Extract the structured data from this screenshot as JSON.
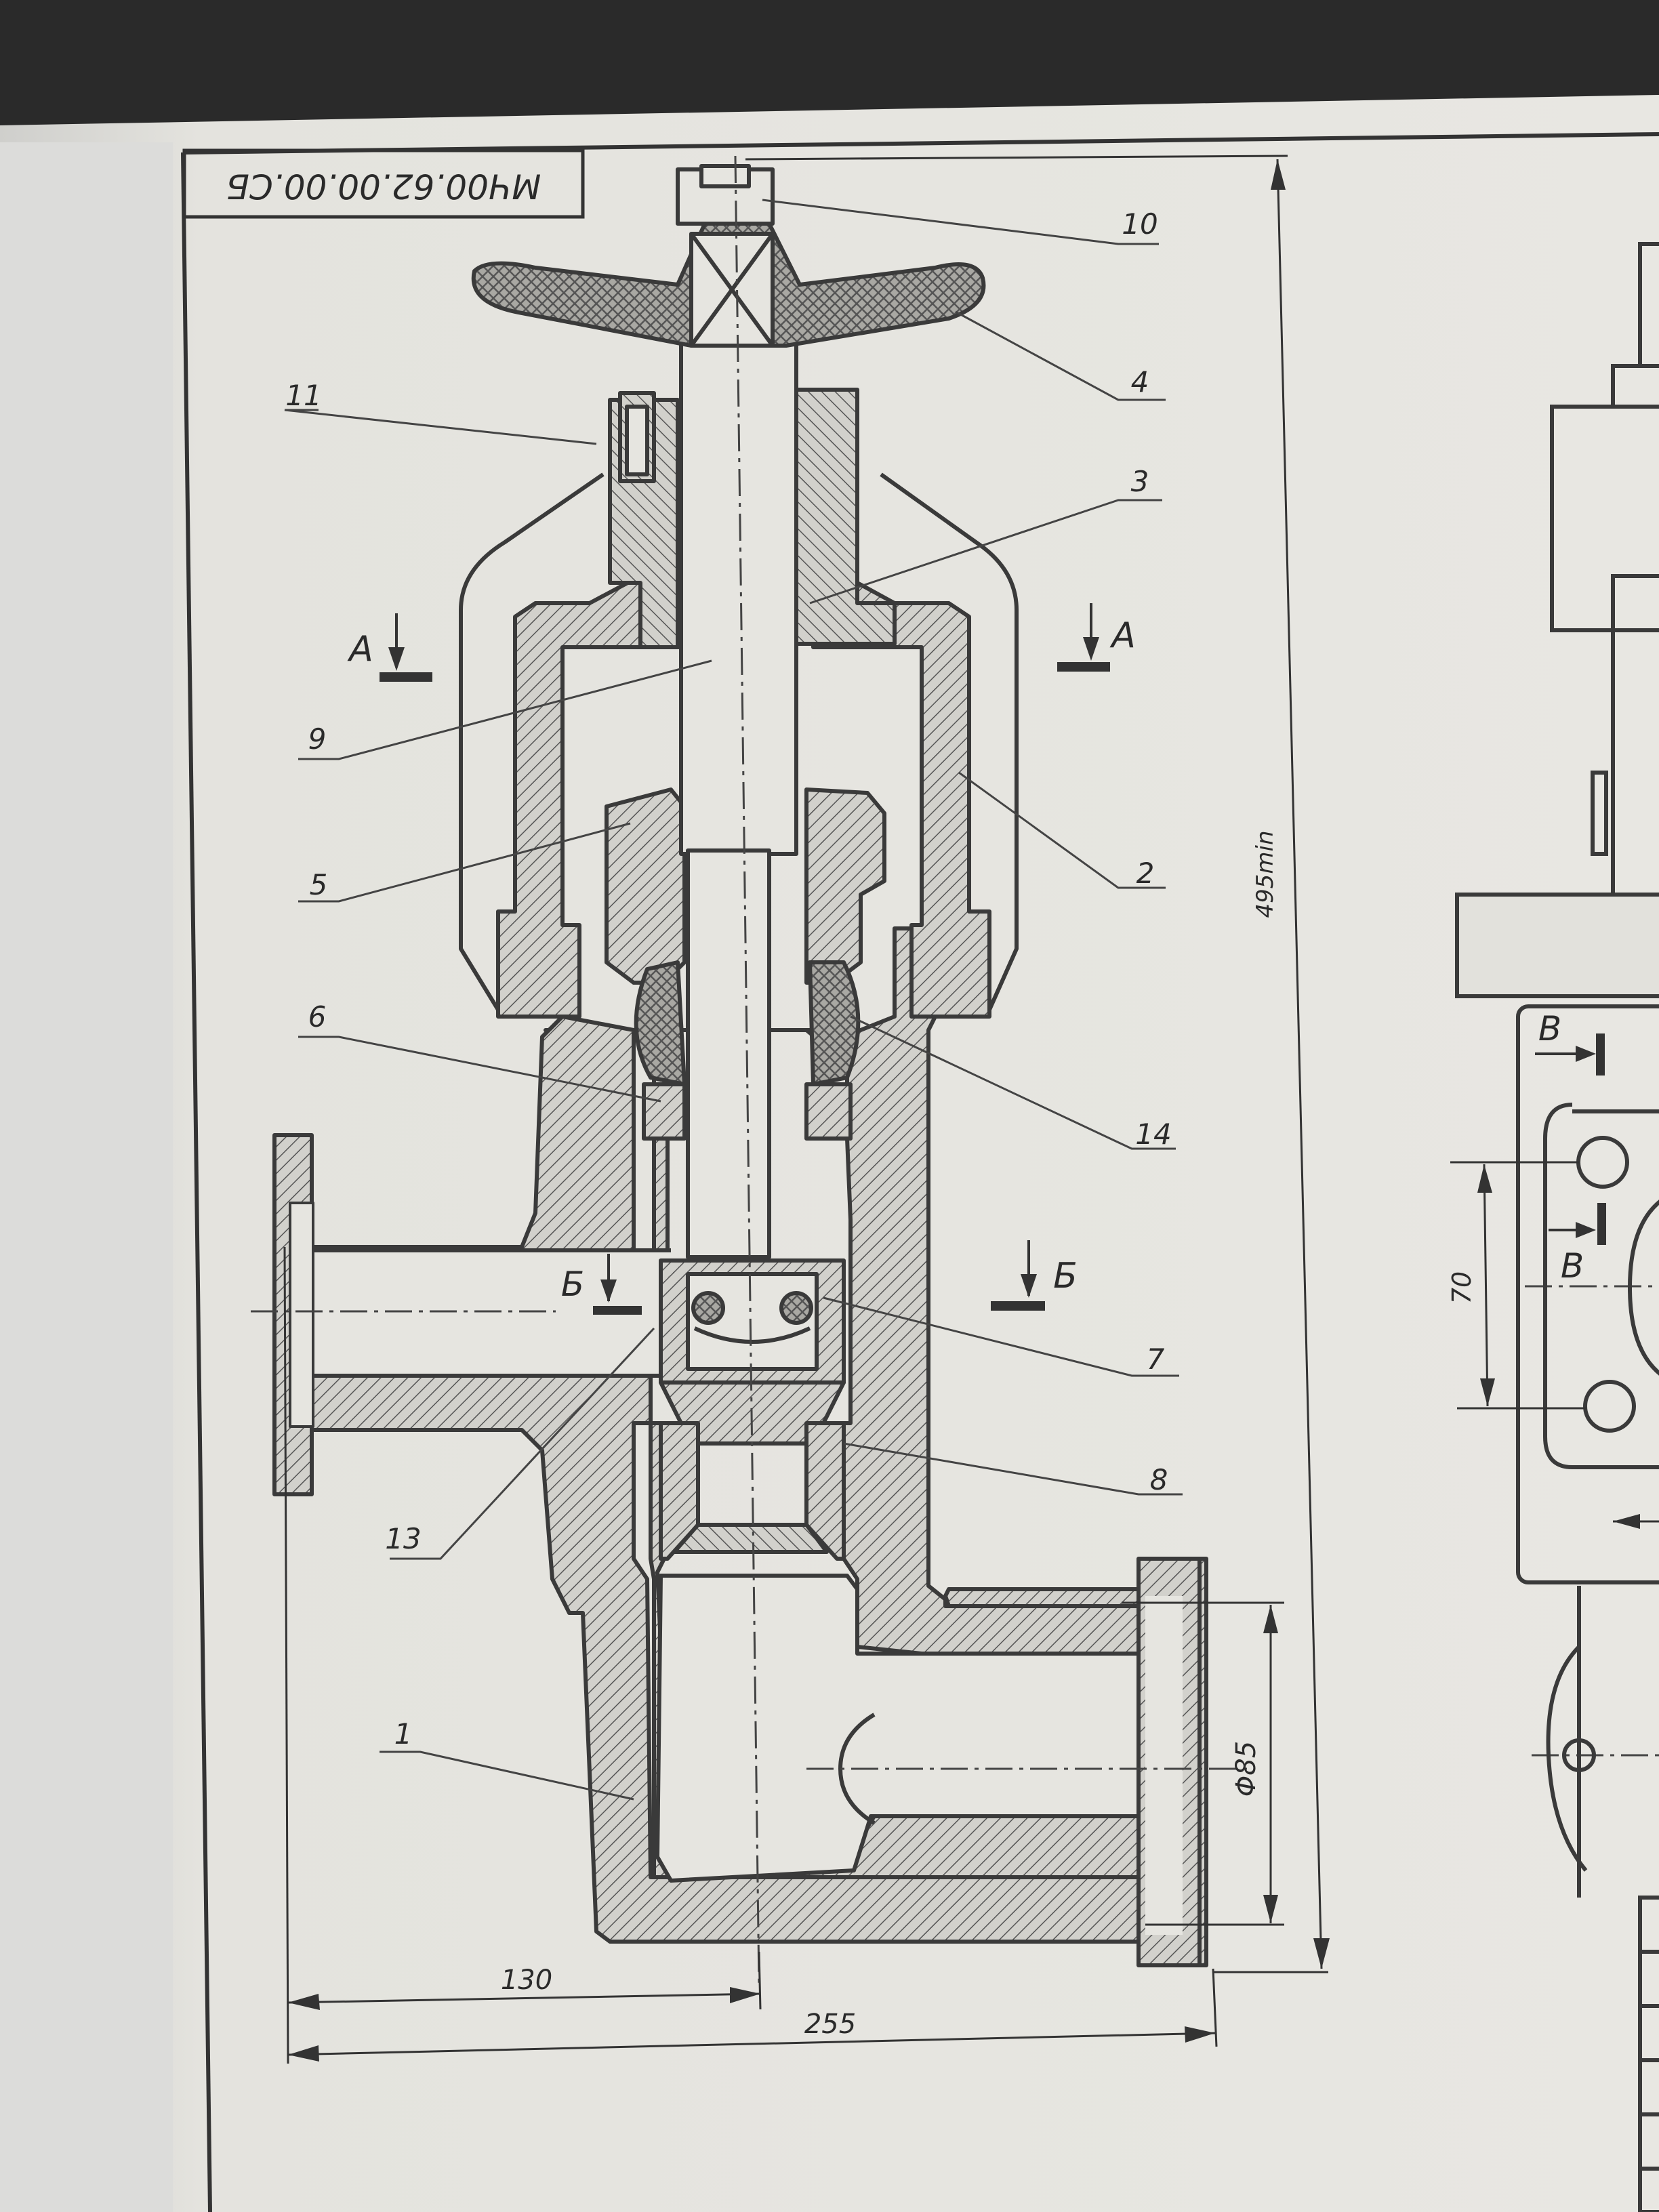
{
  "stamp": {
    "code": "МЧ00.62.00.00.СБ"
  },
  "parts": [
    {
      "number": "10"
    },
    {
      "number": "4"
    },
    {
      "number": "11"
    },
    {
      "number": "3"
    },
    {
      "number": "9"
    },
    {
      "number": "2"
    },
    {
      "number": "5"
    },
    {
      "number": "6"
    },
    {
      "number": "14"
    },
    {
      "number": "7"
    },
    {
      "number": "8"
    },
    {
      "number": "13"
    },
    {
      "number": "1"
    }
  ],
  "sections": {
    "a_left": "А",
    "a_right": "А",
    "b_left": "Б",
    "b_right": "Б",
    "v_top": "В",
    "v_bottom": "В"
  },
  "dimensions": {
    "height_min": "495min",
    "flange_dia": "Φ85",
    "axis_offset": "130",
    "overall_width": "255",
    "side_spacing": "70"
  },
  "colors": {
    "backdrop": "#2a2a2a",
    "paper": "#e3e2dd",
    "ink": "#3a3a3a"
  }
}
